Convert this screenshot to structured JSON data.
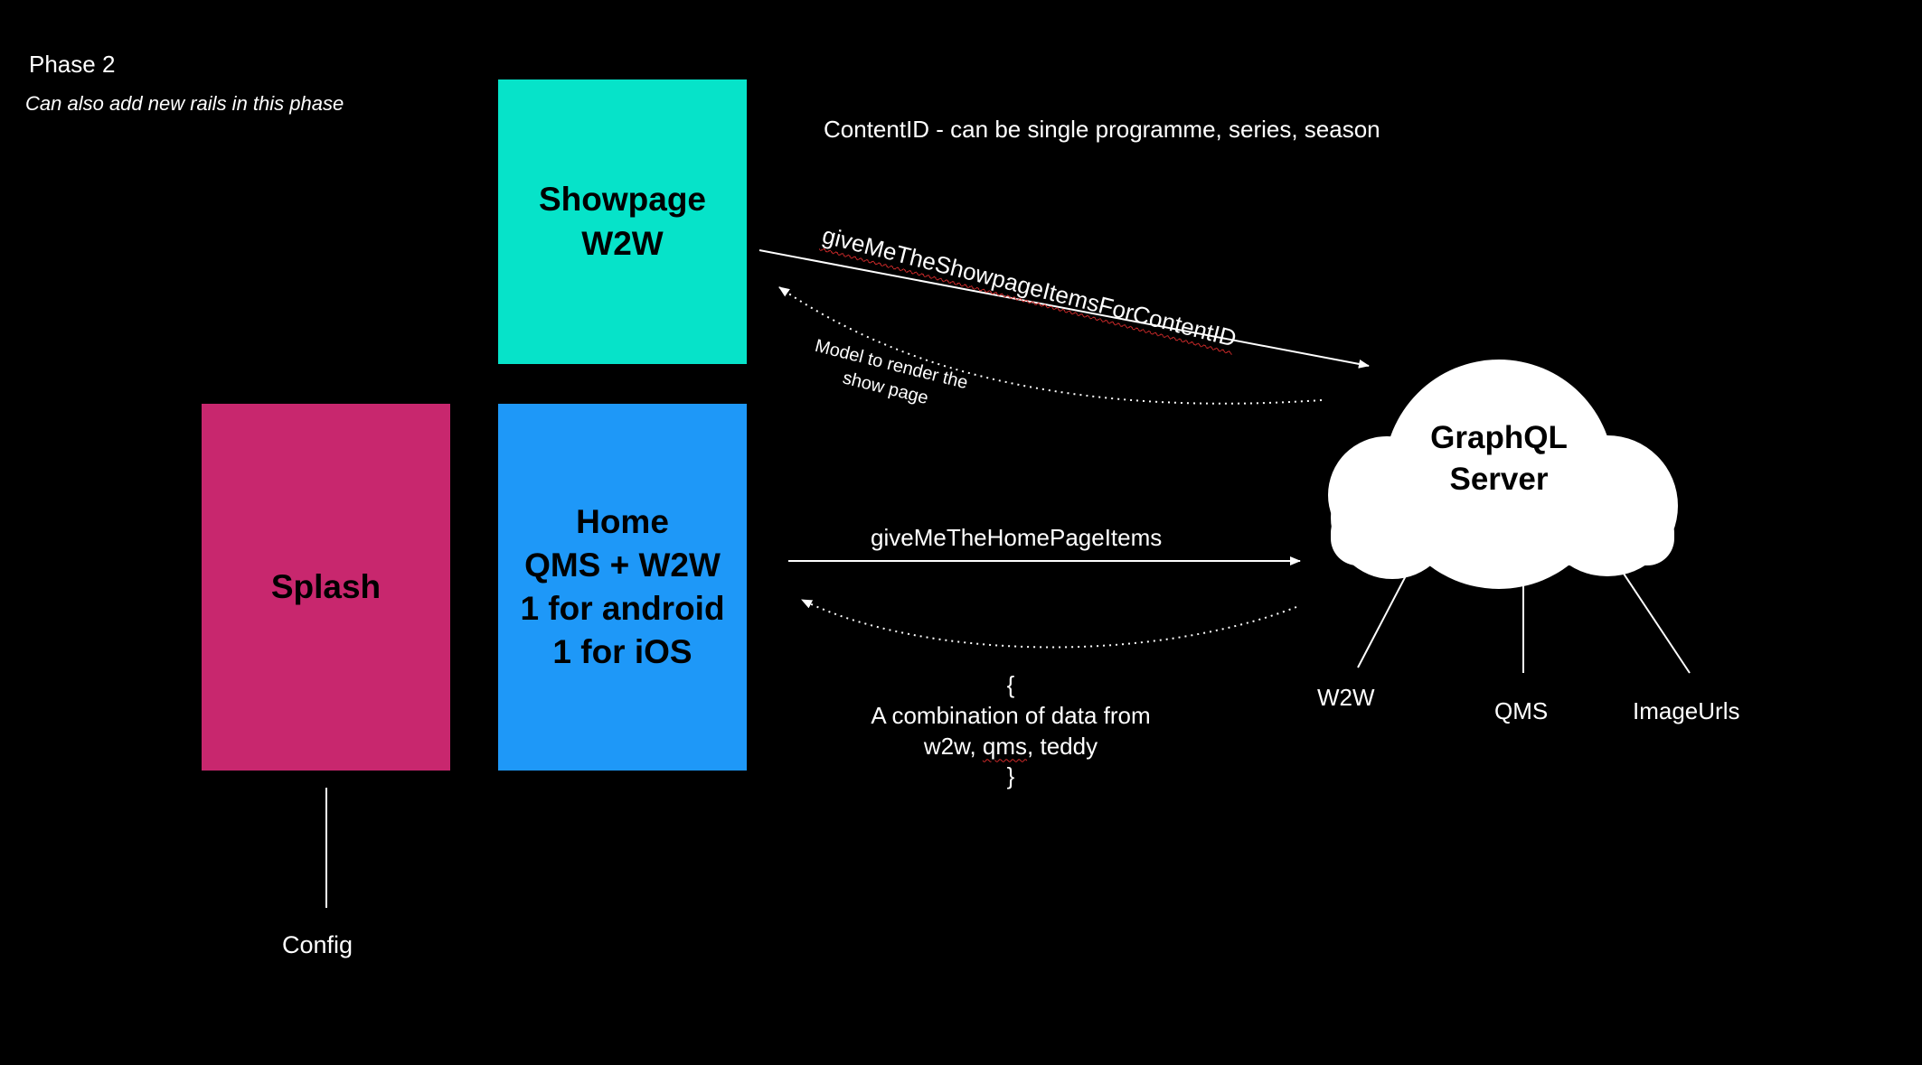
{
  "page": {
    "title": "Phase 2",
    "subtitle": "Can also add new rails in this phase",
    "content_note": "ContentID - can be single programme, series, season"
  },
  "nodes": {
    "showpage": {
      "lines": [
        "Showpage",
        "W2W"
      ],
      "color": "#06E3C9"
    },
    "splash": {
      "label": "Splash",
      "color": "#C8276E"
    },
    "home": {
      "lines": [
        "Home",
        "QMS + W2W",
        "1 for android",
        "1 for iOS"
      ],
      "color": "#1E98F8"
    },
    "graphql": {
      "lines": [
        "GraphQL",
        "Server"
      ],
      "color": "#FFFFFF"
    }
  },
  "edges": {
    "showpage_request": "giveMeTheShowpageItemsForContentID",
    "showpage_response": [
      "Model to render the",
      "show page"
    ],
    "home_request": "giveMeTheHomePageItems",
    "home_response": {
      "open": "{",
      "line1": "A combination of data from",
      "line2_pre": "w2w, ",
      "line2_wavy": "qms",
      "line2_post": ", teddy",
      "close": "}"
    }
  },
  "sources": [
    "W2W",
    "QMS",
    "ImageUrls"
  ],
  "splash_child": "Config"
}
